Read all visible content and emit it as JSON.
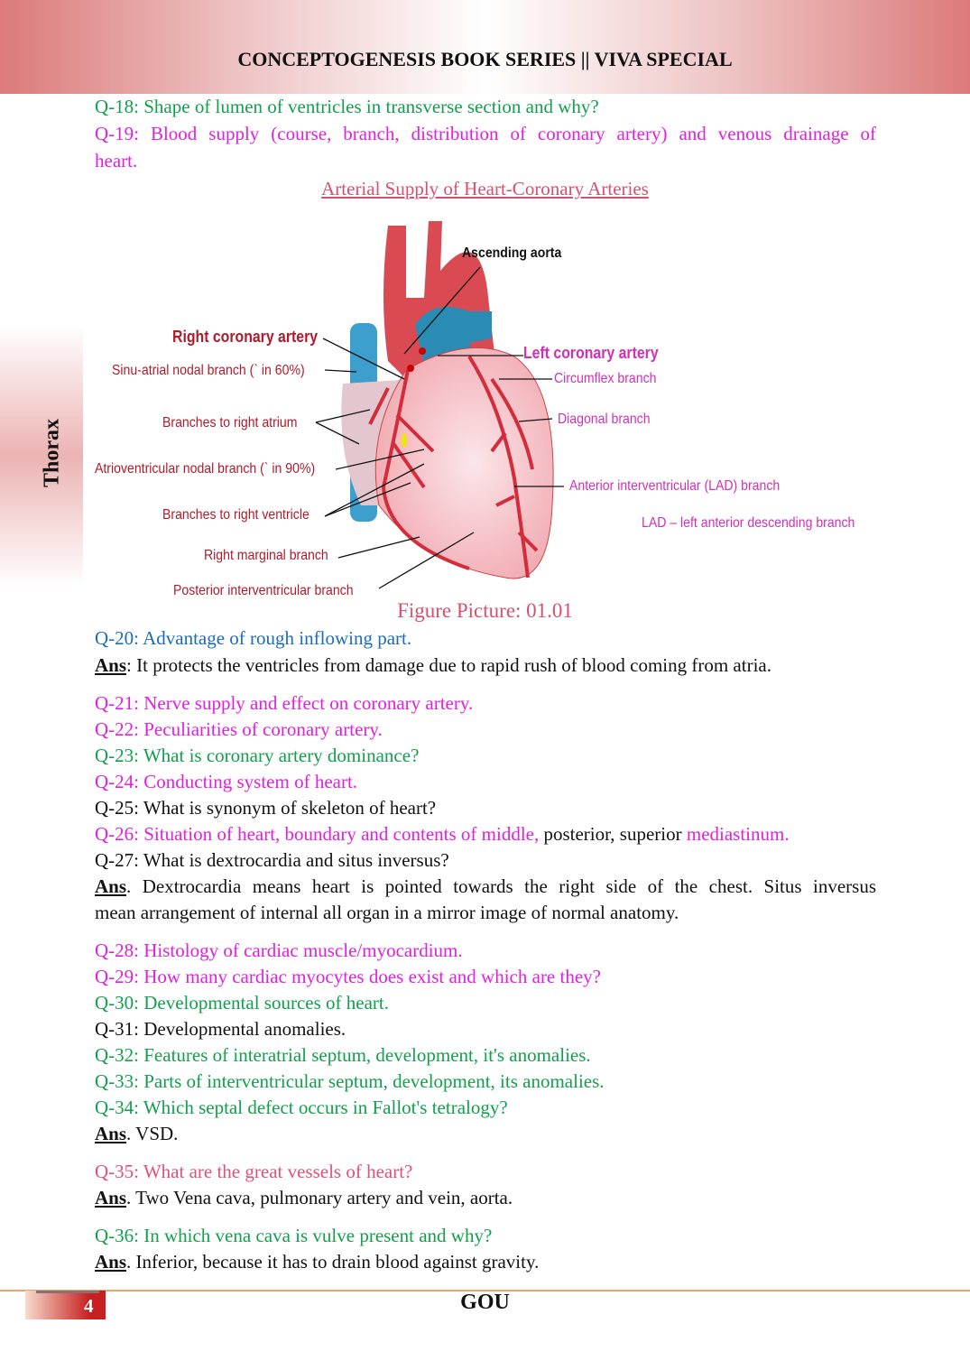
{
  "header": {
    "title": "CONCEPTOGENESIS BOOK SERIES || VIVA SPECIAL"
  },
  "side_tab": {
    "label": "Thorax"
  },
  "questions_top": {
    "q18": "Q-18: Shape of lumen of ventricles in transverse section and why?",
    "q19_line1": "Q-19: Blood supply (course, branch, distribution of coronary artery) and venous drainage of",
    "q19_line2": "heart."
  },
  "figure": {
    "title": "Arterial Supply of Heart-Coronary Arteries",
    "caption": "Figure Picture: 01.01",
    "labels": {
      "ascending_aorta": "Ascending aorta",
      "right_coronary": "Right coronary artery",
      "sinu_atrial": "Sinu-atrial nodal branch (` in 60%)",
      "right_atrium": "Branches to right atrium",
      "av_nodal": "Atrioventricular nodal branch (` in 90%)",
      "right_ventricle": "Branches to right ventricle",
      "right_marginal": "Right marginal branch",
      "posterior_iv": "Posterior interventricular branch",
      "left_coronary": "Left coronary artery",
      "circumflex": "Circumflex branch",
      "diagonal": "Diagonal branch",
      "anterior_iv": "Anterior interventricular (LAD) branch",
      "lad_note": "LAD – left anterior descending branch"
    }
  },
  "qa": {
    "q20": "Q-20: Advantage of rough inflowing part.",
    "ans_label": "Ans",
    "a20": ": It protects the ventricles from damage due to rapid rush of blood coming from atria.",
    "q21": "Q-21: Nerve supply and effect on coronary artery.",
    "q22": "Q-22: Peculiarities of coronary artery.",
    "q23": "Q-23: What is coronary artery dominance?",
    "q24": "Q-24: Conducting system of heart.",
    "q25": "Q-25: What is synonym of skeleton of heart?",
    "q26_a": "Q-26: Situation of heart, boundary and contents of middle,",
    "q26_b": " posterior, superior ",
    "q26_c": "mediastinum.",
    "q27": "Q-27: What is dextrocardia and situs inversus?",
    "a27_line1": ". Dextrocardia means heart is pointed towards the right side of the chest. Situs inversus",
    "a27_line2": "mean arrangement of internal all organ in a mirror image of normal anatomy.",
    "q28": "Q-28: Histology of cardiac muscle/myocardium.",
    "q29": "Q-29: How many cardiac myocytes does exist and which are they?",
    "q30": "Q-30: Developmental sources of heart.",
    "q31": "Q-31: Developmental anomalies.",
    "q32": "Q-32: Features of interatrial septum, development, it's anomalies.",
    "q33": "Q-33: Parts of interventricular septum, development, its anomalies.",
    "q34": "Q-34: Which septal defect occurs in Fallot's tetralogy?",
    "a34": ". VSD.",
    "q35": "Q-35: What are the great vessels of heart?",
    "a35": ". Two Vena cava, pulmonary artery and vein, aorta.",
    "q36": "Q-36:  In which vena cava is vulve present and why?",
    "a36": ". Inferior, because it has to drain blood against gravity."
  },
  "footer": {
    "page_number": "4",
    "text": "GOU"
  }
}
